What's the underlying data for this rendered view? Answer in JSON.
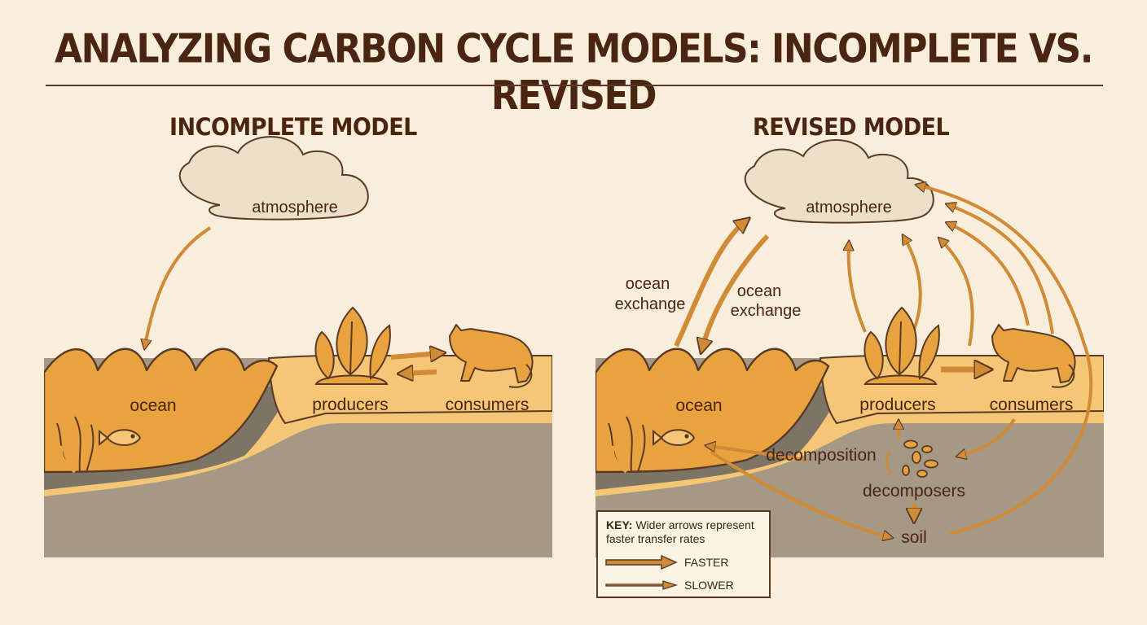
{
  "title": "ANALYZING CARBON CYCLE MODELS: INCOMPLETE VS. REVISED",
  "incomplete": {
    "heading": "INCOMPLETE MODEL",
    "atmosphere": "atmosphere",
    "ocean": "ocean",
    "producers": "producers",
    "consumers": "consumers"
  },
  "revised": {
    "heading": "REVISED MODEL",
    "atmosphere": "atmosphere",
    "ocean": "ocean",
    "producers": "producers",
    "consumers": "consumers",
    "ocean_exchange_left": [
      "ocean",
      "exchange"
    ],
    "ocean_exchange_right": [
      "ocean",
      "exchange"
    ],
    "decomposition": "decomposition",
    "decomposers": "decomposers",
    "soil": "soil"
  },
  "key": {
    "heading": "KEY:",
    "description": "Wider arrows represent faster transfer rates",
    "faster": "FASTER",
    "slower": "SLOWER"
  },
  "colors": {
    "background": "#f8eedb",
    "ocean": "#e9a33e",
    "land": "#f4c676",
    "ground": "#a59985",
    "arrow": "#d18a35",
    "outline": "#5a3a26",
    "cloud": "#ede0c8"
  }
}
